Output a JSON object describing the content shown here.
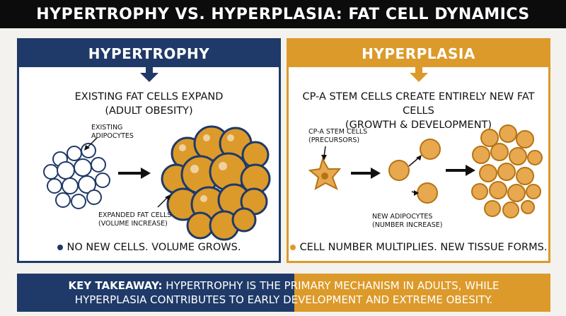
{
  "title": "HYPERTROPHY VS. HYPERPLASIA: FAT CELL DYNAMICS",
  "left_panel": {
    "heading": "HYPERTROPHY",
    "subtitle_line1": "EXISTING FAT CELLS EXPAND",
    "subtitle_line2": "(ADULT OBESITY)",
    "label_top_line1": "EXISTING",
    "label_top_line2": "ADIPOCYTES",
    "label_bottom_line1": "EXPANDED FAT CELLS",
    "label_bottom_line2": "(VOLUME INCREASE)",
    "summary": "NO NEW CELLS. VOLUME GROWS.",
    "color": "#1f3a68"
  },
  "right_panel": {
    "heading": "HYPERPLASIA",
    "subtitle_line1": "CP-A STEM CELLS CREATE ENTIRELY NEW FAT CELLS",
    "subtitle_line2": "(GROWTH & DEVELOPMENT)",
    "label_top_line1": "CP-A STEM CELLS",
    "label_top_line2": "(PRECURSORS)",
    "label_bottom_line1": "NEW ADIPOCYTES",
    "label_bottom_line2": "(NUMBER INCREASE)",
    "summary": "CELL NUMBER MULTIPLIES. NEW TISSUE FORMS.",
    "color": "#dc9a2a"
  },
  "takeaway": {
    "label": "KEY TAKEAWAY:",
    "line1": "HYPERTROPHY IS THE PRIMARY MECHANISM IN ADULTS, WHILE",
    "line2": "HYPERPLASIA CONTRIBUTES TO EARLY DEVELOPMENT AND EXTREME OBESITY."
  }
}
